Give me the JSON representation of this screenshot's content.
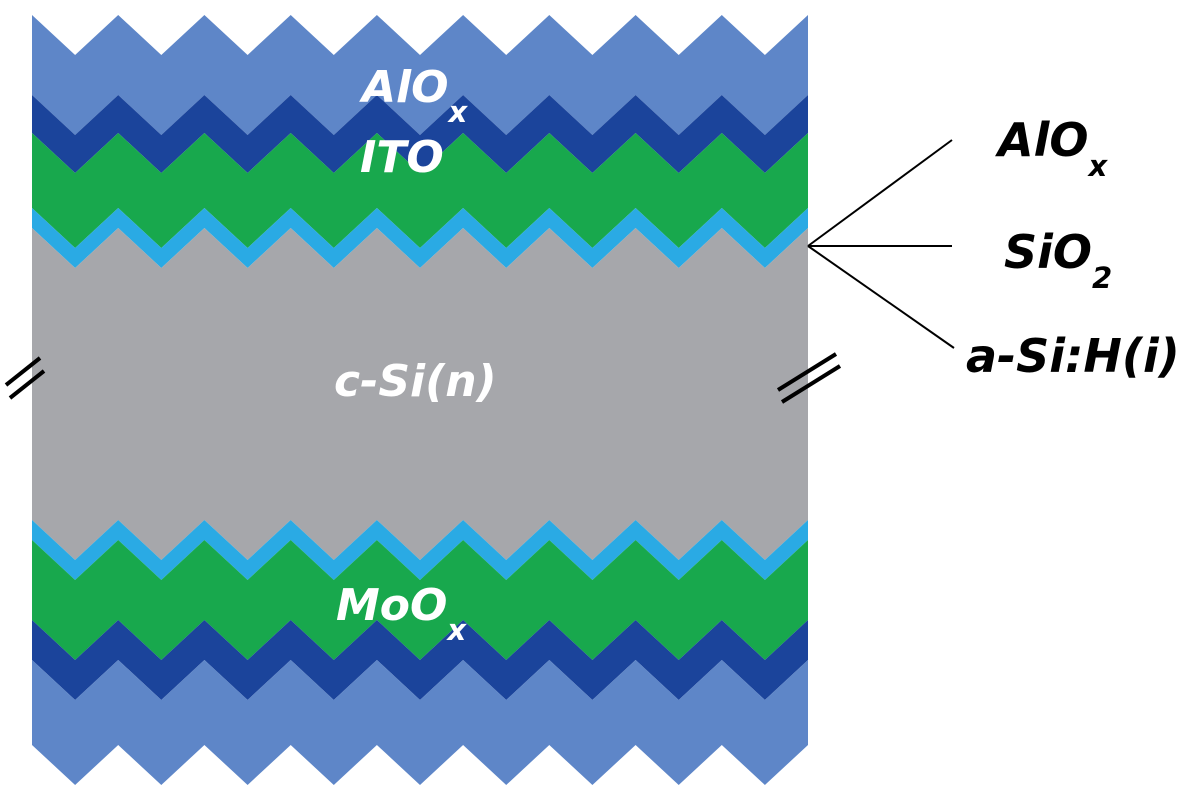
{
  "colors": {
    "alox": "#5E86C8",
    "ito": "#1B449B",
    "green": "#18A84D",
    "asi": "#2AAAE4",
    "csi": "#A6A7AB",
    "background": "#FFFFFF"
  },
  "inner_labels": {
    "top_alox": {
      "main": "AlO",
      "sub": "x"
    },
    "ito": {
      "main": "ITO"
    },
    "substrate": {
      "main": "c-Si(n)"
    },
    "moox": {
      "main": "MoO",
      "sub": "x"
    }
  },
  "callouts": [
    {
      "main": "AlO",
      "sub": "x"
    },
    {
      "main": "SiO",
      "sub": "2"
    },
    {
      "main": "a-Si:H(i)",
      "sub": ""
    }
  ]
}
